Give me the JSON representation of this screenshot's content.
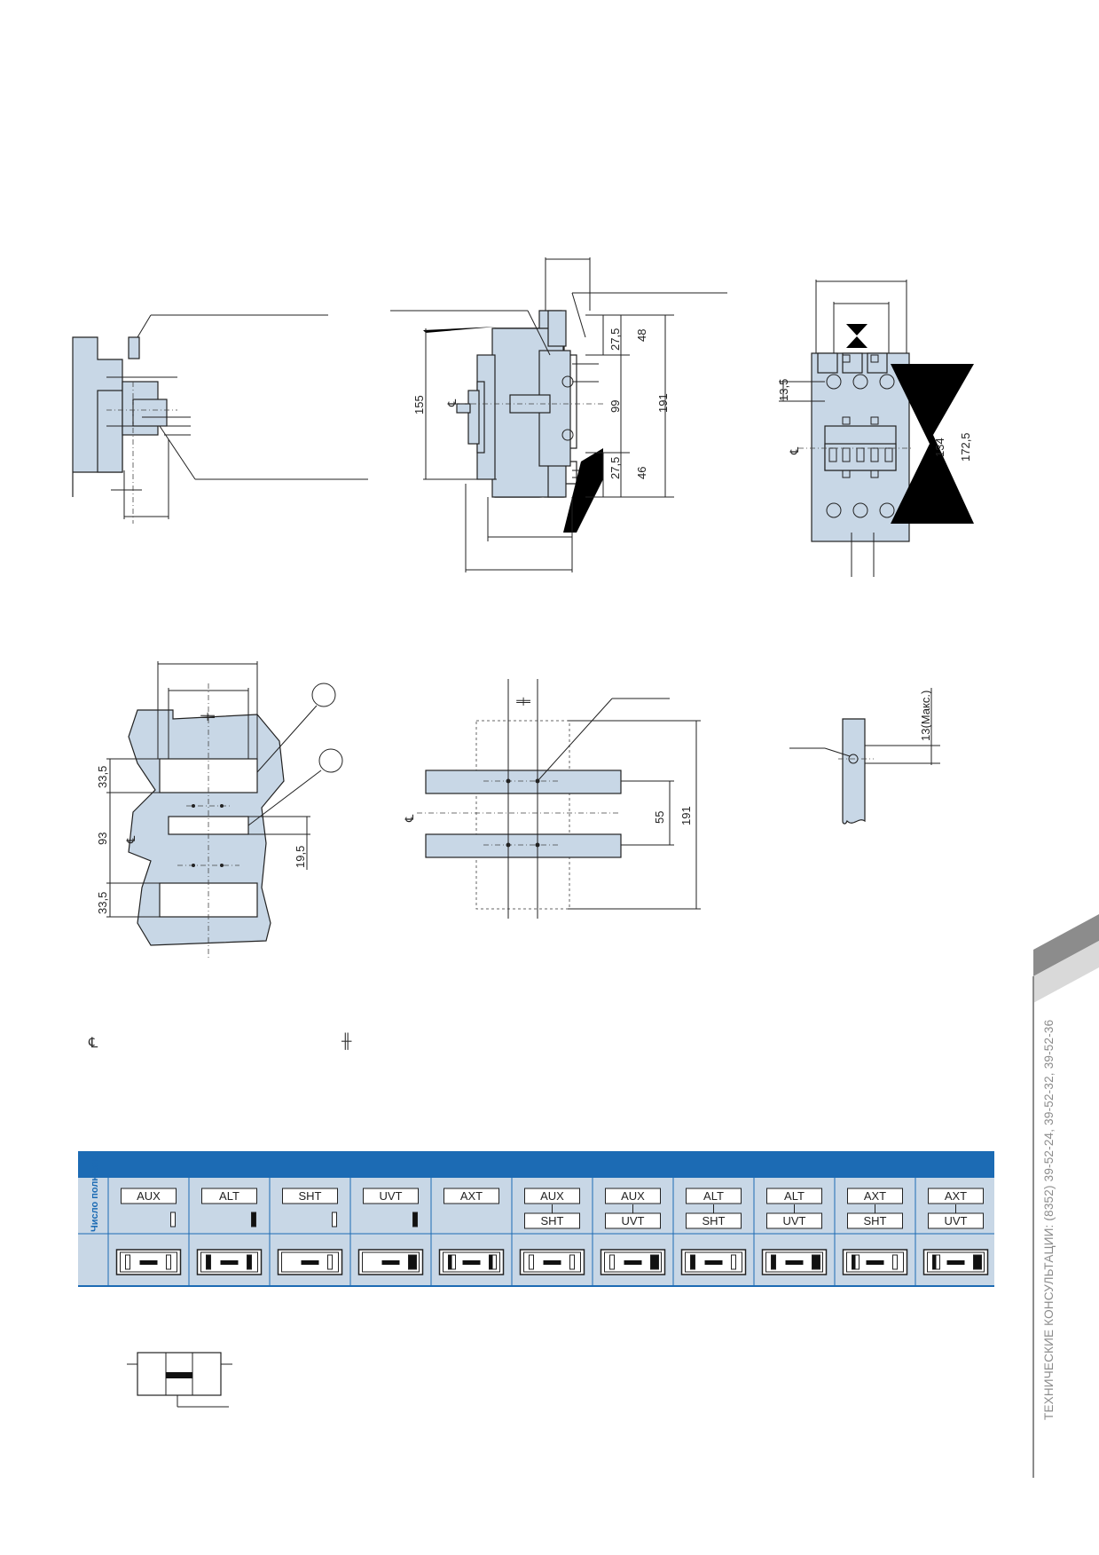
{
  "drawings": {
    "front_view": {
      "dims": [
        "27,5",
        "48",
        "99",
        "191",
        "27,5",
        "46",
        "155"
      ]
    },
    "top_view": {
      "dims": [
        "13,5",
        "134",
        "172,5"
      ]
    },
    "cutout": {
      "dims": [
        "33,5",
        "93",
        "33,5",
        "19,5"
      ]
    },
    "mounting_rail": {
      "dims": [
        "55",
        "191"
      ]
    },
    "terminal_detail": {
      "dims": [
        "13(Макс.)"
      ]
    }
  },
  "legend": {
    "centerline_symbol": "℄",
    "handle_symbol": "╫"
  },
  "accessory_table": {
    "header_color": "#1c6bb4",
    "row_label": "Число полюсов",
    "columns": [
      {
        "top": "AUX",
        "bottom": "",
        "marker": "open"
      },
      {
        "top": "ALT",
        "bottom": "",
        "marker": "solid"
      },
      {
        "top": "SHT",
        "bottom": "",
        "marker": "open"
      },
      {
        "top": "UVT",
        "bottom": "",
        "marker": "solid"
      },
      {
        "top": "AXT",
        "bottom": "",
        "marker": "none"
      },
      {
        "top": "AUX",
        "bottom": "SHT",
        "marker": "none"
      },
      {
        "top": "AUX",
        "bottom": "UVT",
        "marker": "none"
      },
      {
        "top": "ALT",
        "bottom": "SHT",
        "marker": "none"
      },
      {
        "top": "ALT",
        "bottom": "UVT",
        "marker": "none"
      },
      {
        "top": "AXT",
        "bottom": "SHT",
        "marker": "none"
      },
      {
        "top": "AXT",
        "bottom": "UVT",
        "marker": "none"
      }
    ],
    "symbols": [
      [
        "open",
        "open"
      ],
      [
        "solid",
        "solid"
      ],
      [
        "none",
        "open"
      ],
      [
        "none",
        "filled"
      ],
      [
        "half",
        "half"
      ],
      [
        "open",
        "open"
      ],
      [
        "open",
        "filled"
      ],
      [
        "solid",
        "open"
      ],
      [
        "solid",
        "filled"
      ],
      [
        "half",
        "open"
      ],
      [
        "half",
        "filled"
      ]
    ]
  },
  "sidebar": {
    "contact_text": "ТЕХНИЧЕСКИЕ КОНСУЛЬТАЦИИ: (8352) 39-52-24, 39-52-32, 39-52-36",
    "tab_color": "#8c8c8c"
  }
}
